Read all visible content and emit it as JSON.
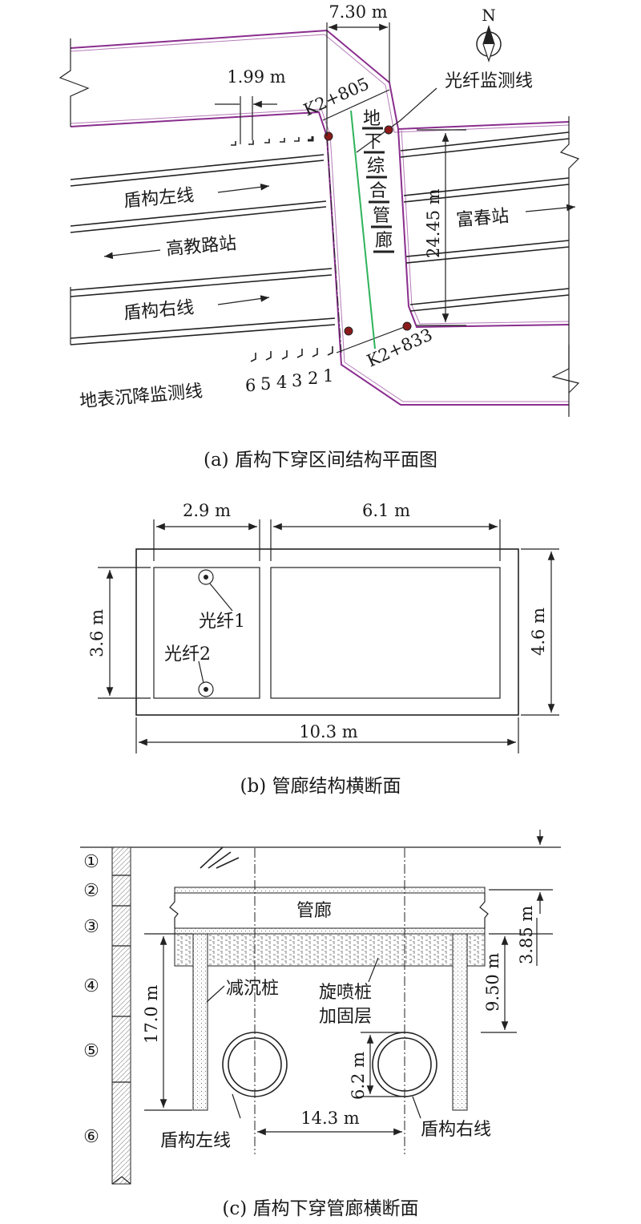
{
  "panel_a": {
    "caption": "(a) 盾构下穿区间结构平面图",
    "dim_top": "7.30 m",
    "dim_small": "1.99 m",
    "chainage_start": "K2+805",
    "chainage_end": "K2+833",
    "north_label": "N",
    "fiber_line_label": "光纤监测线",
    "corridor_label": [
      "地",
      "下",
      "综",
      "合",
      "管",
      "廊"
    ],
    "left_tunnel": "盾构左线",
    "right_tunnel": "盾构右线",
    "station_west": "高教路站",
    "station_east": "富春站",
    "dim_length": "24.45 m",
    "settlement_label": "地表沉降监测线",
    "settlement_numbers": [
      "6",
      "5",
      "4",
      "3",
      "2",
      "1"
    ]
  },
  "panel_b": {
    "caption": "(b) 管廊结构横断面",
    "dim_left_width": "2.9 m",
    "dim_right_width": "6.1 m",
    "dim_inner_height": "3.6 m",
    "dim_outer_height": "4.6 m",
    "dim_total_width": "10.3 m",
    "fiber1": "光纤1",
    "fiber2": "光纤2"
  },
  "panel_c": {
    "caption": "(c) 盾构下穿管廊横断面",
    "layers": [
      "①",
      "②",
      "③",
      "④",
      "⑤",
      "⑥"
    ],
    "corridor": "管廊",
    "pile_label": "减沉桩",
    "jet_label_1": "旋喷桩",
    "jet_label_2": "加固层",
    "dim_pile": "17.0 m",
    "dim_top_depth": "3.85 m",
    "dim_depth": "9.50 m",
    "dim_diameter": "6.2 m",
    "dim_spacing": "14.3 m",
    "left_tunnel": "盾构左线",
    "right_tunnel": "盾构右线"
  }
}
